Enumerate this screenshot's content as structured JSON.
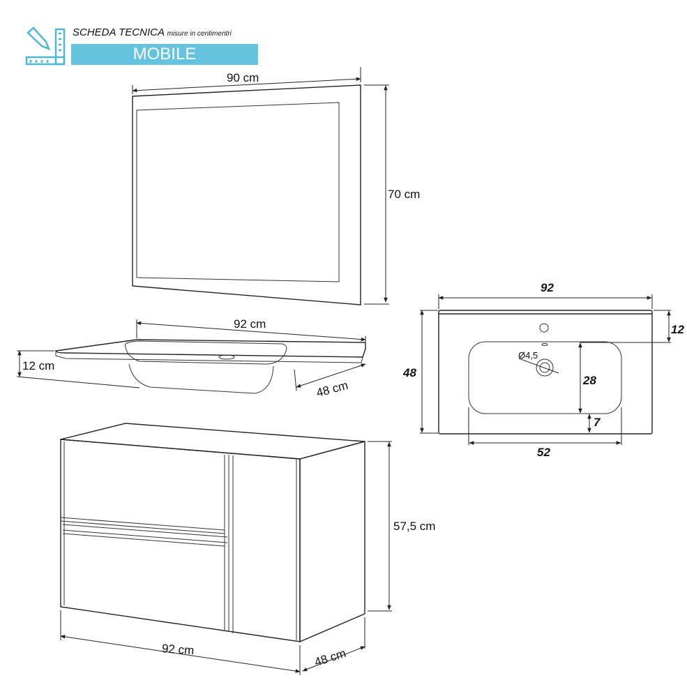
{
  "header": {
    "title": "SCHEDA TECNICA",
    "subtitle": "misure in centimentri",
    "banner": "MOBILE",
    "icon": "pencil-ruler-icon",
    "accent_color": "#65c3df"
  },
  "mirror": {
    "width_label": "90 cm",
    "height_label": "70 cm"
  },
  "sink": {
    "width_label": "92 cm",
    "height_label": "12 cm",
    "depth_label": "48 cm"
  },
  "sink_top_view": {
    "width": "92",
    "depth": "48",
    "front_offset": "12",
    "basin_depth": "28",
    "back_offset": "7",
    "basin_width": "52",
    "drain_diameter": "Ø4,5"
  },
  "cabinet": {
    "height_label": "57,5 cm",
    "width_label": "92 cm",
    "depth_label": "48 cm"
  }
}
